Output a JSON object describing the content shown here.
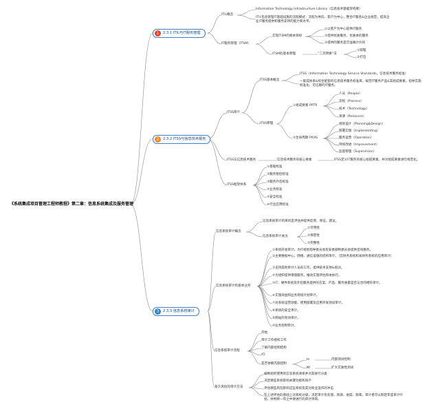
{
  "root": "《系统集成项目管理工程师教程》第二章：信息系统集成及服务管理",
  "topics": [
    {
      "num": "1",
      "label": "2.3.1 ITIL与IT服务管理"
    },
    {
      "num": "2",
      "label": "2.3.2 ITSS与信息技术服务"
    },
    {
      "num": "3",
      "label": "2.3.3 信息系统审计"
    }
  ],
  "itil": {
    "concept": "ITIL概念",
    "concept_title": "Information Technology Infrastructure Library（信息技术基础架构库）",
    "concept_desc": "ITIL包含管理IT基础设施的流程模式：流程为导向、客户为中心，整合IT服务&企业规范，提高企业IT服务提供和服务支持的能力和水平。",
    "itsm": "IT服务管理（ITSM）",
    "itsm_goal": "实现ITSM的根本目标",
    "goals": [
      "①以客户为中心提供IT服务",
      "②提供优质服务，优质本的服务",
      "③提供的服务是可准确计价的"
    ],
    "principle": "ITSM的基本原理",
    "second_stage": "“二次转换”法",
    "steps": [
      "①观理",
      "②打包"
    ]
  },
  "itss": {
    "intro": "ITSS简介",
    "basic": "ITSS基本概念",
    "basic_title": "ITSS（Information Technology Service Standards，信息技术服务标准）",
    "basic_desc": "一套成体系&综合配套的信息技术服务标准库，规范IT服务产品&其组成要素，指导实施标准化、可信赖的IT服务。",
    "principle": "ITSS原理",
    "elements": "①组成要素 PPTR",
    "element_items": [
      "人员（People）",
      "流程（Process）",
      "技术（Technology）",
      "资源（Resource）"
    ],
    "lifecycle": "②生命周期 PIOIS",
    "lifecycle_items": [
      "规划设计（Planning&Design）",
      "部署实施（Implementing）",
      "服务运营（Operation）",
      "持续改进（Improvement）",
      "监督管理（Supervision）"
    ],
    "rel": "ITSS与信息技术服务",
    "rel_core": "信息技术服务的核心要素",
    "rel_desc": "ITSS定义IT服务的核心组成要素，并对组成要素进行规范化。",
    "framework": "ITSS框架体系",
    "framework_items": [
      "①基础标准",
      "②服务管控标准",
      "③服务外包标准",
      "④业务标准",
      "⑤安全标准",
      "⑥行业应用标准"
    ]
  },
  "audit": {
    "concept": "信息系统审计概念",
    "definition": "信息系统审计的目的是评估并提供反馈、保证、建议。",
    "focus": "信息系统审计关注",
    "focus_items": [
      "①可用性",
      "②保密性",
      "③完整性"
    ],
    "tasks": "信息系统审计的基本业务",
    "task_items": [
      "①系统开发审计，为IT规划指导委员会及安委部制委员会提供咨询服务。",
      "②主要数据中心、网络、通信设施的结构审计。（宫财务系统和采财务系统的应用审计）",
      "③支持其他审计人员的工作，提供技术支持&培训。",
      "④为组织提供增值服务，推动实施评估和本执行。",
      "⑤IT、硬件系统及外包服务提供的方案、产品、服务质量是否与合同相符审计。",
      "⑥实施效益和业务持续计划审计。",
      "⑦对系统运营效能、使用部署及应用开发测试审计。",
      "⑧系统的安全审计。",
      "⑨网站的有效审计。",
      "⑩业务控制审计。"
    ],
    "process": "信息系统审计流程",
    "process_items": [
      "开始",
      "审计工作授权工作",
      "了解内部控制结构",
      "if2"
    ],
    "process_branch": "是否依赖内部控制",
    "branch_yes": "Ie",
    "branch_no": "Nf",
    "branch_yes_desc": "内部测试控制",
    "branch_no_desc": "扩大实质性测试",
    "methods": "基于风险的审计方法",
    "method_items": [
      "编制组织使用的信息系统清单并对其进行分类",
      "决定哪些系统影响关键功能和资产",
      "评估哪些风险影响这些系统及其对商业运作的冲击",
      "在上述评估的基础上对系统分级，决定审计优先值、资源、进度、频率。审计者可以制定年度审计计划，并判断一年之中要进行的审计项目。"
    ]
  },
  "colors": {
    "red": "#e0492e",
    "orange": "#f08a24",
    "blue": "#2e86c9",
    "line": "#8a8a8a"
  }
}
